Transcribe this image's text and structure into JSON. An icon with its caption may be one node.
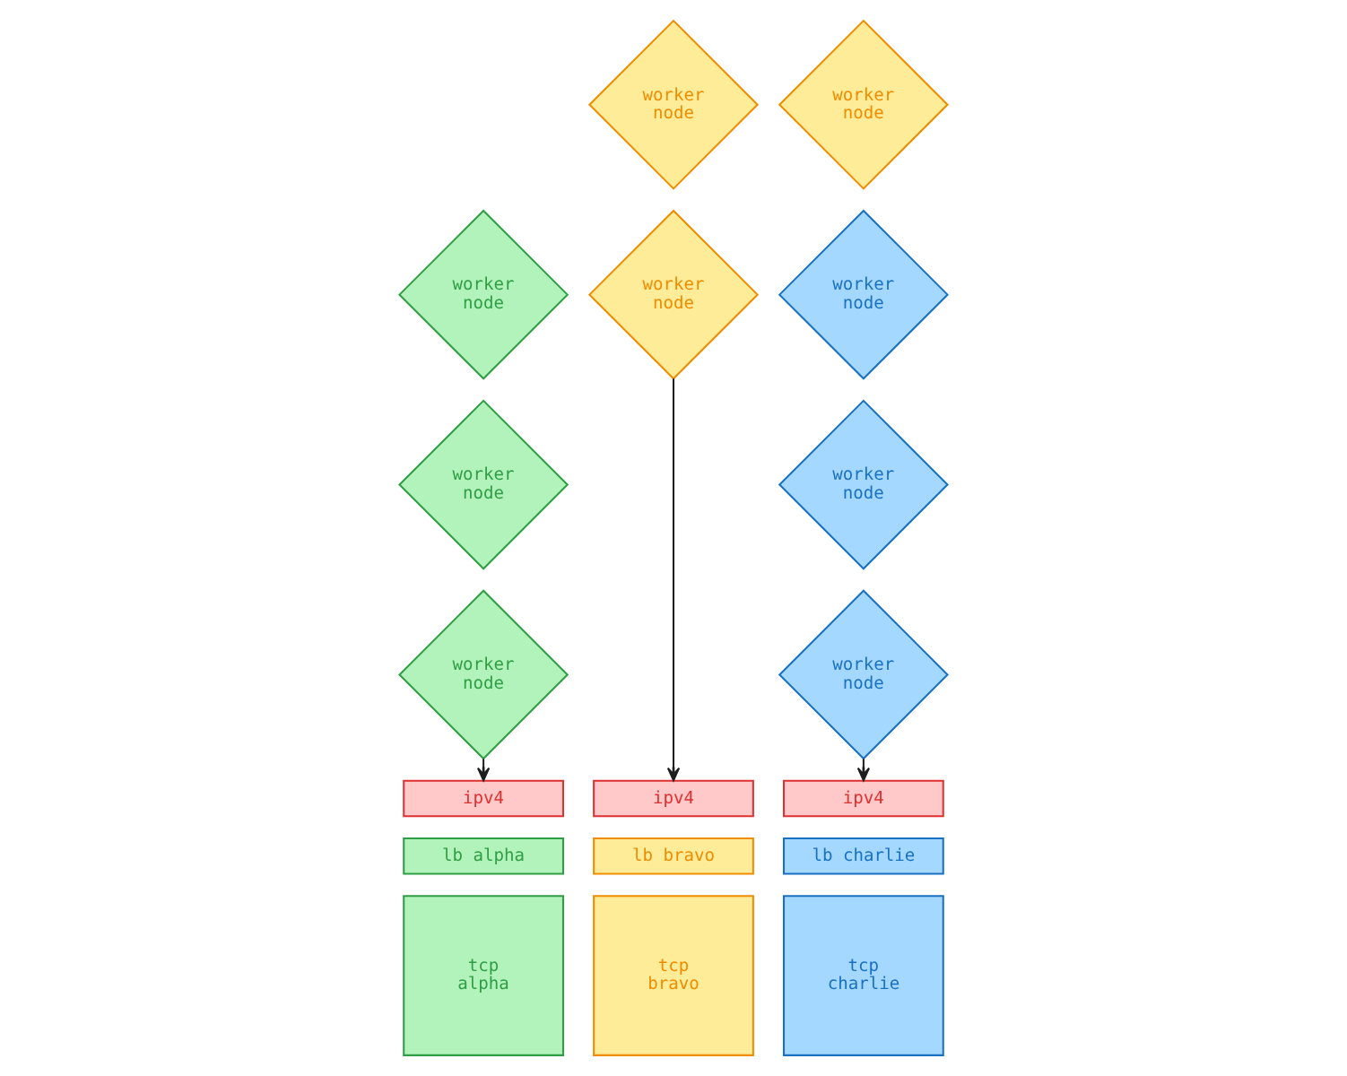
{
  "diagram": {
    "nodes": [
      {
        "text": [
          "worker node"
        ]
      },
      {
        "text": [
          "worker node"
        ]
      },
      {
        "text": [
          "worker node"
        ]
      },
      {
        "text": [
          "worker node"
        ]
      },
      {
        "text": [
          "worker node"
        ]
      },
      {
        "text": [
          "worker node"
        ]
      },
      {
        "text": [
          "worker node"
        ]
      },
      {
        "text": [
          "worker node"
        ]
      },
      {
        "text": [
          "worker node"
        ]
      },
      {
        "text": [
          "ipv4"
        ]
      },
      {
        "text": [
          "ipv4"
        ]
      },
      {
        "text": [
          "ipv4"
        ]
      },
      {
        "text": [
          "lb alpha"
        ]
      },
      {
        "text": [
          "lb bravo"
        ]
      },
      {
        "text": [
          "lb charlie"
        ]
      },
      {
        "text": [
          "tcp alpha"
        ]
      },
      {
        "text": [
          "tcp bravo"
        ]
      },
      {
        "text": [
          "tcp charlie"
        ]
      }
    ],
    "edges": [
      {
        "from": 2,
        "to": 9,
        "arrow": "to"
      },
      {
        "from": 3,
        "to": 10,
        "arrow": "to"
      },
      {
        "from": 8,
        "to": 11,
        "arrow": "to"
      }
    ]
  }
}
